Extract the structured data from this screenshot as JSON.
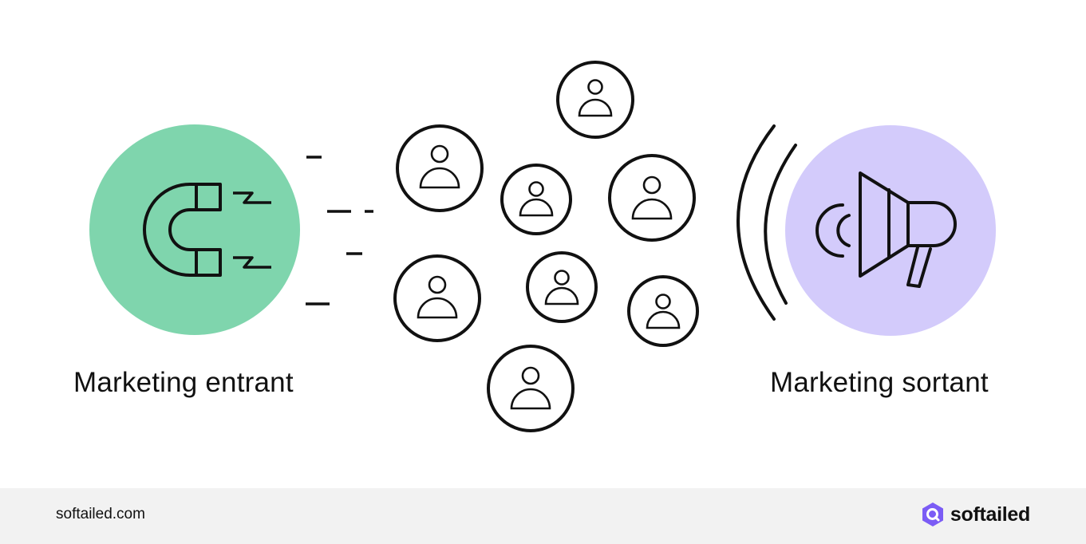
{
  "labels": {
    "inbound": "Marketing entrant",
    "outbound": "Marketing sortant"
  },
  "footer": {
    "url": "softailed.com",
    "brand": "softailed"
  },
  "icons": {
    "inbound": "magnet-icon",
    "outbound": "megaphone-icon",
    "people": "person-icon",
    "brand": "softailed-logo-icon"
  },
  "colors": {
    "inbound_circle": "#7fd5ad",
    "outbound_circle": "#d3cbfb",
    "brand_logo": "#7b5cf5",
    "footer_bg": "#f2f2f2"
  }
}
